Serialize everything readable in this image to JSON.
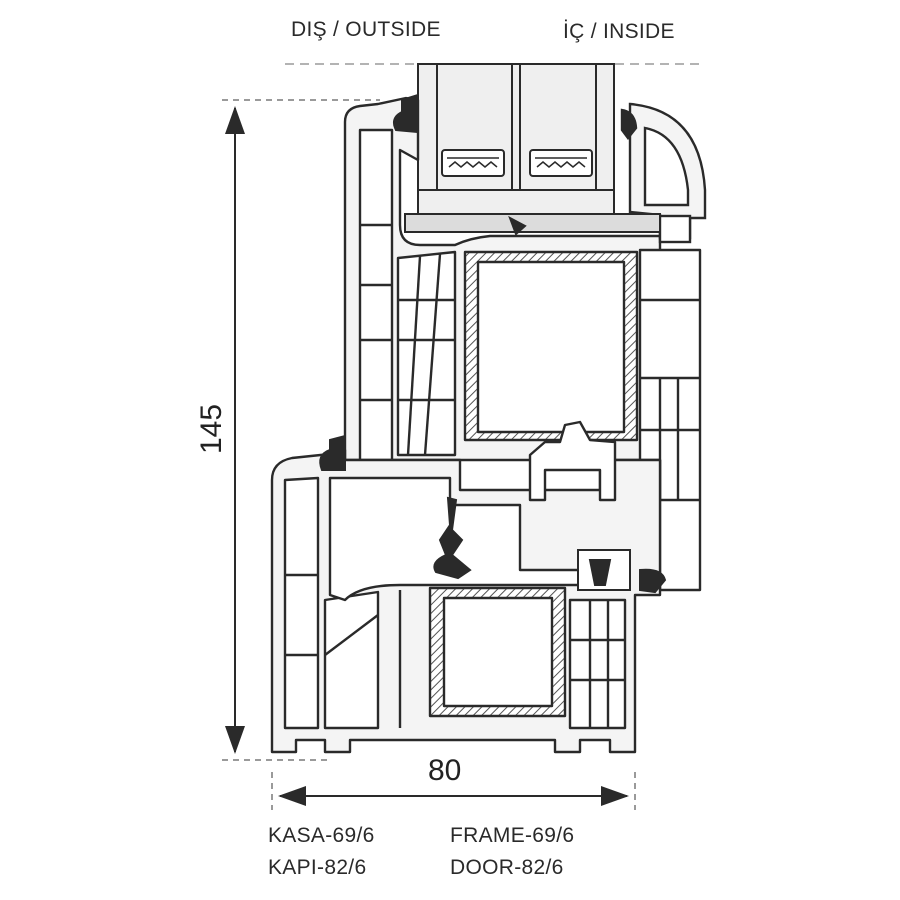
{
  "header": {
    "outside_label": "DIŞ / OUTSIDE",
    "inside_label": "İÇ / INSIDE"
  },
  "dimensions": {
    "height_label": "145",
    "width_label": "80"
  },
  "legend": {
    "frame_tr": "KASA-69/6",
    "frame_en": "FRAME-69/6",
    "door_tr": "KAPI-82/6",
    "door_en": "DOOR-82/6"
  },
  "colors": {
    "stroke": "#2a2a2a",
    "profile_fill": "#f4f4f4",
    "glass_fill": "#efefef",
    "steel_fill": "#d8d8d8"
  }
}
